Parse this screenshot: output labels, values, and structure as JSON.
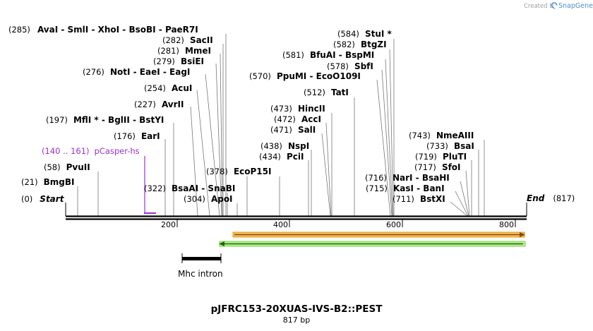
{
  "brand": {
    "created_by": "Created by",
    "name": "SnapGene"
  },
  "sequence": {
    "title": "pJFRC153-20XUAS-IVS-B2::PEST",
    "length_label": "817 bp",
    "length": 817
  },
  "axis_ticks": [
    {
      "pos": 200,
      "label": "200"
    },
    {
      "pos": 400,
      "label": "400"
    },
    {
      "pos": 600,
      "label": "600"
    },
    {
      "pos": 800,
      "label": "800"
    }
  ],
  "end_labels": {
    "start": {
      "pos": "(0)",
      "name": "Start"
    },
    "end": {
      "pos": "(817)",
      "name": "End"
    }
  },
  "primer": {
    "range": "(140 .. 161)",
    "name": "pCasper-hs",
    "color": "#9b30d0"
  },
  "sites": [
    {
      "pos": "(285)",
      "names": [
        "AvaI",
        "SmlI",
        "XhoI",
        "BsoBI",
        "PaeR7I"
      ],
      "site": 285
    },
    {
      "pos": "(282)",
      "names": [
        "SacII"
      ],
      "site": 282
    },
    {
      "pos": "(281)",
      "names": [
        "MmeI"
      ],
      "site": 281
    },
    {
      "pos": "(279)",
      "names": [
        "BsiEI"
      ],
      "site": 279
    },
    {
      "pos": "(276)",
      "names": [
        "NotI",
        "EaeI",
        "EagI"
      ],
      "site": 276
    },
    {
      "pos": "(254)",
      "names": [
        "AcuI"
      ],
      "site": 254
    },
    {
      "pos": "(227)",
      "names": [
        "AvrII"
      ],
      "site": 227
    },
    {
      "pos": "(197)",
      "names": [
        "MflI *",
        "BglII",
        "BstYI"
      ],
      "site": 197
    },
    {
      "pos": "(176)",
      "names": [
        "EarI"
      ],
      "site": 176
    },
    {
      "pos": "(58)",
      "names": [
        "PvuII"
      ],
      "site": 58
    },
    {
      "pos": "(21)",
      "names": [
        "BmgBI"
      ],
      "site": 21
    },
    {
      "pos": "(378)",
      "names": [
        "EcoP15I"
      ],
      "site": 378
    },
    {
      "pos": "(322)",
      "names": [
        "BsaAI",
        "SnaBI"
      ],
      "site": 322
    },
    {
      "pos": "(304)",
      "names": [
        "ApoI"
      ],
      "site": 304
    },
    {
      "pos": "(584)",
      "names": [
        "StuI *"
      ],
      "site": 584
    },
    {
      "pos": "(582)",
      "names": [
        "BtgZI"
      ],
      "site": 582
    },
    {
      "pos": "(581)",
      "names": [
        "BfuAI",
        "BspMI"
      ],
      "site": 581
    },
    {
      "pos": "(578)",
      "names": [
        "SbfI"
      ],
      "site": 578
    },
    {
      "pos": "(570)",
      "names": [
        "PpuMI",
        "EcoO109I"
      ],
      "site": 570
    },
    {
      "pos": "(512)",
      "names": [
        "TatI"
      ],
      "site": 512
    },
    {
      "pos": "(473)",
      "names": [
        "HincII"
      ],
      "site": 473
    },
    {
      "pos": "(472)",
      "names": [
        "AccI"
      ],
      "site": 472
    },
    {
      "pos": "(471)",
      "names": [
        "SalI"
      ],
      "site": 471
    },
    {
      "pos": "(438)",
      "names": [
        "NspI"
      ],
      "site": 438
    },
    {
      "pos": "(434)",
      "names": [
        "PciI"
      ],
      "site": 434
    },
    {
      "pos": "(743)",
      "names": [
        "NmeAIII"
      ],
      "site": 743
    },
    {
      "pos": "(733)",
      "names": [
        "BsaI"
      ],
      "site": 733
    },
    {
      "pos": "(719)",
      "names": [
        "PluTI"
      ],
      "site": 719
    },
    {
      "pos": "(717)",
      "names": [
        "SfoI"
      ],
      "site": 717
    },
    {
      "pos": "(716)",
      "names": [
        "NarI",
        "BsaHI"
      ],
      "site": 716
    },
    {
      "pos": "(715)",
      "names": [
        "KasI",
        "BanI"
      ],
      "site": 715
    },
    {
      "pos": "(711)",
      "names": [
        "BstXI"
      ],
      "site": 711
    }
  ],
  "features": [
    {
      "name": "",
      "color": "#f0a030",
      "direction": "forward"
    },
    {
      "name": "",
      "color": "#90e060",
      "direction": "reverse"
    },
    {
      "name": "Mhc intron",
      "color": "#000000"
    }
  ]
}
